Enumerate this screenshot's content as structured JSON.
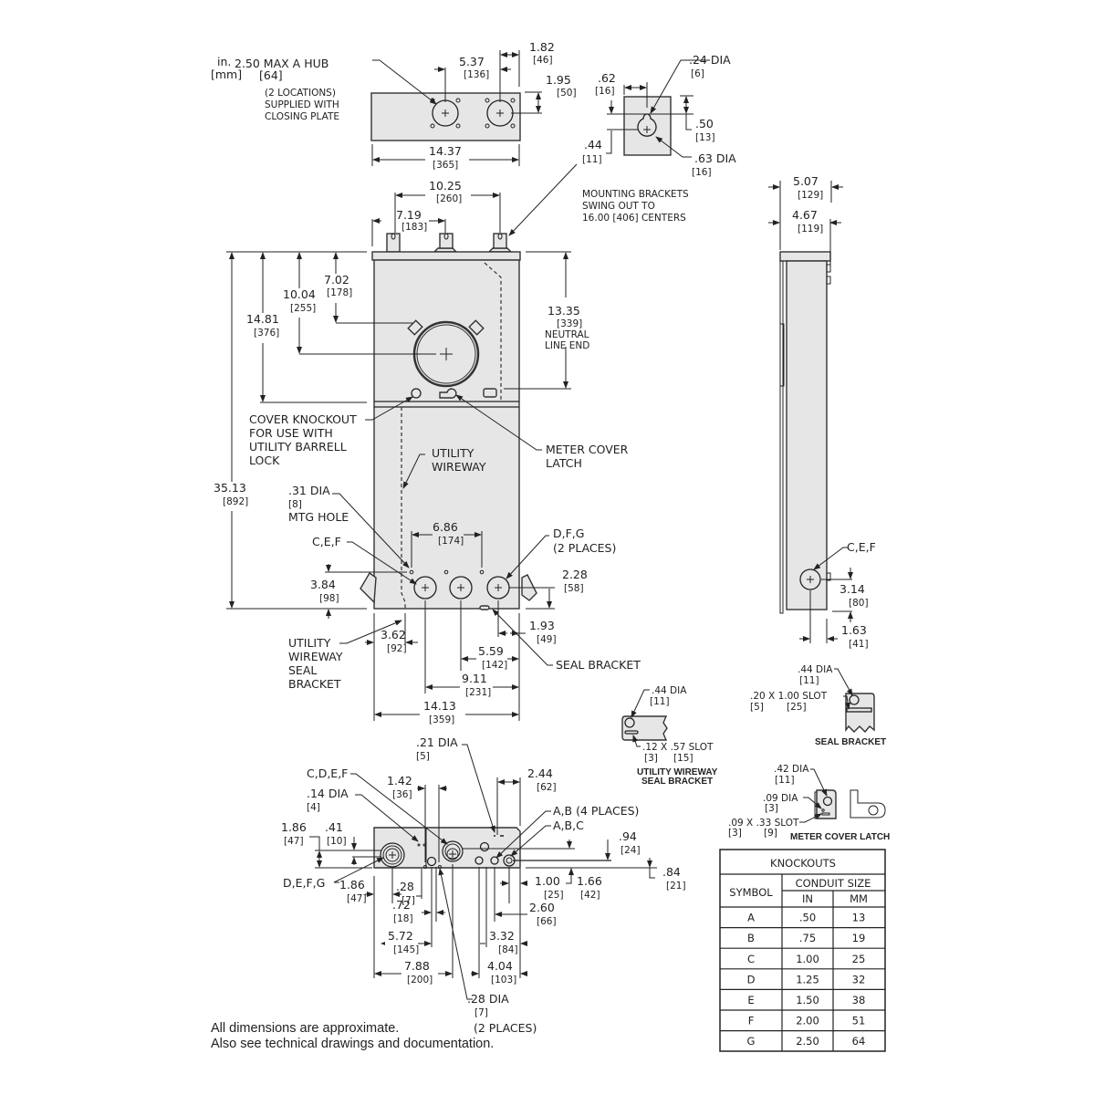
{
  "units": {
    "inch": "in.",
    "mm": "[mm]"
  },
  "top_view": {
    "hub_label": "2.50 MAX A HUB",
    "hub_mm": "[64]",
    "hub_note": [
      "(2 LOCATIONS)",
      "SUPPLIED WITH",
      "CLOSING PLATE"
    ],
    "dim_5_37": "5.37",
    "dim_5_37_mm": "[136]",
    "dim_1_82": "1.82",
    "dim_1_82_mm": "[46]",
    "dim_1_95": "1.95",
    "dim_1_95_mm": "[50]",
    "dim_14_37": "14.37",
    "dim_14_37_mm": "[365]"
  },
  "bracket_detail": {
    "dia_24": ".24 DIA",
    "dia_24_mm": "[6]",
    "dim_62": ".62",
    "dim_62_mm": "[16]",
    "dim_50": ".50",
    "dim_50_mm": "[13]",
    "dim_44": ".44",
    "dim_44_mm": "[11]",
    "dia_63": ".63 DIA",
    "dia_63_mm": "[16]",
    "note": [
      "MOUNTING BRACKETS",
      "SWING OUT TO",
      "16.00 [406] CENTERS"
    ]
  },
  "front_view": {
    "dim_10_25": "10.25",
    "dim_10_25_mm": "[260]",
    "dim_7_19": "7.19",
    "dim_7_19_mm": "[183]",
    "dim_7_02": "7.02",
    "dim_7_02_mm": "[178]",
    "dim_10_04": "10.04",
    "dim_10_04_mm": "[255]",
    "dim_14_81": "14.81",
    "dim_14_81_mm": "[376]",
    "dim_13_35": "13.35",
    "dim_13_35_mm": "[339]",
    "neutral": [
      "NEUTRAL",
      "LINE END"
    ],
    "cover_knockout": [
      "COVER KNOCKOUT",
      "FOR USE WITH",
      "UTILITY BARRELL",
      "LOCK"
    ],
    "meter_cover_latch": [
      "METER COVER",
      "LATCH"
    ],
    "utility_wireway": [
      "UTILITY",
      "WIREWAY"
    ],
    "dim_35_13": "35.13",
    "dim_35_13_mm": "[892]",
    "mtg_hole": [
      ".31 DIA",
      "[8]",
      "MTG HOLE"
    ],
    "cef": "C,E,F",
    "dim_6_86": "6.86",
    "dim_6_86_mm": "[174]",
    "dfg": [
      "D,F,G",
      "(2 PLACES)"
    ],
    "dim_3_84": "3.84",
    "dim_3_84_mm": "[98]",
    "dim_2_28": "2.28",
    "dim_2_28_mm": "[58]",
    "uw_seal_bracket": [
      "UTILITY",
      "WIREWAY",
      "SEAL",
      "BRACKET"
    ],
    "dim_3_62": "3.62",
    "dim_3_62_mm": "[92]",
    "dim_1_93": "1.93",
    "dim_1_93_mm": "[49]",
    "dim_5_59": "5.59",
    "dim_5_59_mm": "[142]",
    "seal_bracket": "SEAL BRACKET",
    "dim_9_11": "9.11",
    "dim_9_11_mm": "[231]",
    "dim_14_13": "14.13",
    "dim_14_13_mm": "[359]"
  },
  "side_view": {
    "dim_5_07": "5.07",
    "dim_5_07_mm": "[129]",
    "dim_4_67": "4.67",
    "dim_4_67_mm": "[119]",
    "cef": "C,E,F",
    "dim_3_14": "3.14",
    "dim_3_14_mm": "[80]",
    "dim_1_63": "1.63",
    "dim_1_63_mm": "[41]"
  },
  "uw_seal_detail": {
    "dia": ".44 DIA",
    "dia_mm": "[11]",
    "slot": ".12 X .57 SLOT",
    "slot_mm_a": "[3]",
    "slot_mm_b": "[15]",
    "title": [
      "UTILITY WIREWAY",
      "SEAL BRACKET"
    ]
  },
  "seal_detail": {
    "dia": ".44 DIA",
    "dia_mm": "[11]",
    "slot": ".20 X 1.00 SLOT",
    "slot_mm_a": "[5]",
    "slot_mm_b": "[25]",
    "title": "SEAL BRACKET"
  },
  "latch_detail": {
    "dia_42": ".42 DIA",
    "dia_42_mm": "[11]",
    "dia_09": ".09 DIA",
    "dia_09_mm": "[3]",
    "slot": ".09 X .33 SLOT",
    "slot_mm_a": "[3]",
    "slot_mm_b": "[9]",
    "title": "METER COVER LATCH"
  },
  "bottom_view": {
    "dia_21": ".21 DIA",
    "dia_21_mm": "[5]",
    "cdef": "C,D,E,F",
    "dia_14": ".14 DIA",
    "dia_14_mm": "[4]",
    "dim_1_42": "1.42",
    "dim_1_42_mm": "[36]",
    "dim_2_44": "2.44",
    "dim_2_44_mm": "[62]",
    "ab4": "A,B (4 PLACES)",
    "abc": "A,B,C",
    "dim_1_86a": "1.86",
    "dim_1_86a_mm": "[47]",
    "dim_41": ".41",
    "dim_41_mm": "[10]",
    "dim_94": ".94",
    "dim_94_mm": "[24]",
    "dim_84": ".84",
    "dim_84_mm": "[21]",
    "defg": "D,E,F,G",
    "dim_1_86b": "1.86",
    "dim_1_86b_mm": "[47]",
    "dim_28": ".28",
    "dim_28_mm": "[7]",
    "dim_72": ".72",
    "dim_72_mm": "[18]",
    "dim_1_00": "1.00",
    "dim_1_00_mm": "[25]",
    "dim_1_66": "1.66",
    "dim_1_66_mm": "[42]",
    "dim_2_60": "2.60",
    "dim_2_60_mm": "[66]",
    "dim_5_72": "5.72",
    "dim_5_72_mm": "[145]",
    "dim_3_32": "3.32",
    "dim_3_32_mm": "[84]",
    "dim_7_88": "7.88",
    "dim_7_88_mm": "[200]",
    "dim_4_04": "4.04",
    "dim_4_04_mm": "[103]",
    "dia_28": ".28 DIA",
    "dia_28_mm": "[7]",
    "dia_28_places": "(2 PLACES)"
  },
  "knockouts_table": {
    "title": "KNOCKOUTS",
    "col_symbol": "SYMBOL",
    "col_conduit": "CONDUIT SIZE",
    "col_in": "IN",
    "col_mm": "MM",
    "rows": [
      {
        "symbol": "A",
        "in": ".50",
        "mm": "13"
      },
      {
        "symbol": "B",
        "in": ".75",
        "mm": "19"
      },
      {
        "symbol": "C",
        "in": "1.00",
        "mm": "25"
      },
      {
        "symbol": "D",
        "in": "1.25",
        "mm": "32"
      },
      {
        "symbol": "E",
        "in": "1.50",
        "mm": "38"
      },
      {
        "symbol": "F",
        "in": "2.00",
        "mm": "51"
      },
      {
        "symbol": "G",
        "in": "2.50",
        "mm": "64"
      }
    ]
  },
  "footer": {
    "line1": "All dimensions are approximate.",
    "line2": "Also see technical drawings and documentation."
  }
}
